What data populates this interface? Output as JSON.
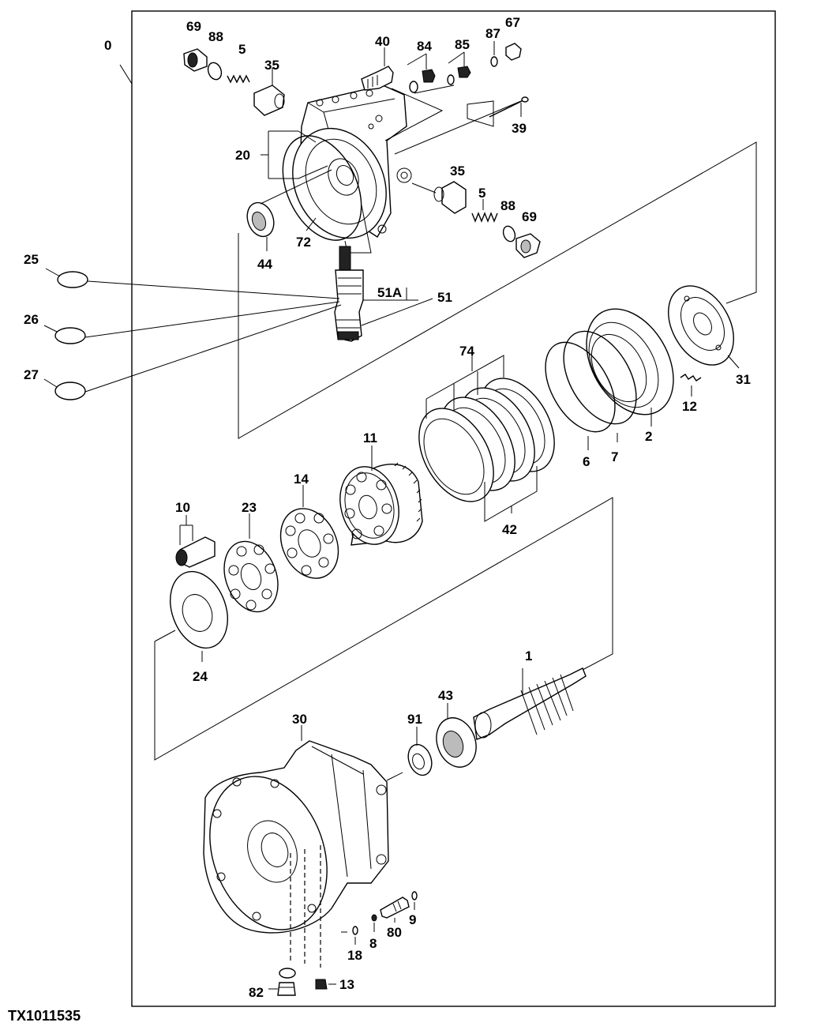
{
  "figure_code": "TX1011535",
  "labels": {
    "l0": "0",
    "l69a": "69",
    "l88a": "88",
    "l5a": "5",
    "l35a": "35",
    "l40": "40",
    "l84": "84",
    "l85": "85",
    "l87": "87",
    "l67": "67",
    "l39": "39",
    "l20": "20",
    "l35b": "35",
    "l5b": "5",
    "l88b": "88",
    "l69b": "69",
    "l72": "72",
    "l44": "44",
    "l25": "25",
    "l26": "26",
    "l27": "27",
    "l51a": "51A",
    "l51": "51",
    "l31": "31",
    "l12": "12",
    "l74": "74",
    "l6": "6",
    "l7": "7",
    "l2": "2",
    "l11": "11",
    "l14": "14",
    "l23": "23",
    "l10": "10",
    "l42": "42",
    "l24": "24",
    "l1": "1",
    "l43": "43",
    "l91": "91",
    "l30": "30",
    "l9": "9",
    "l80": "80",
    "l8": "8",
    "l18": "18",
    "l82": "82",
    "l13": "13"
  }
}
